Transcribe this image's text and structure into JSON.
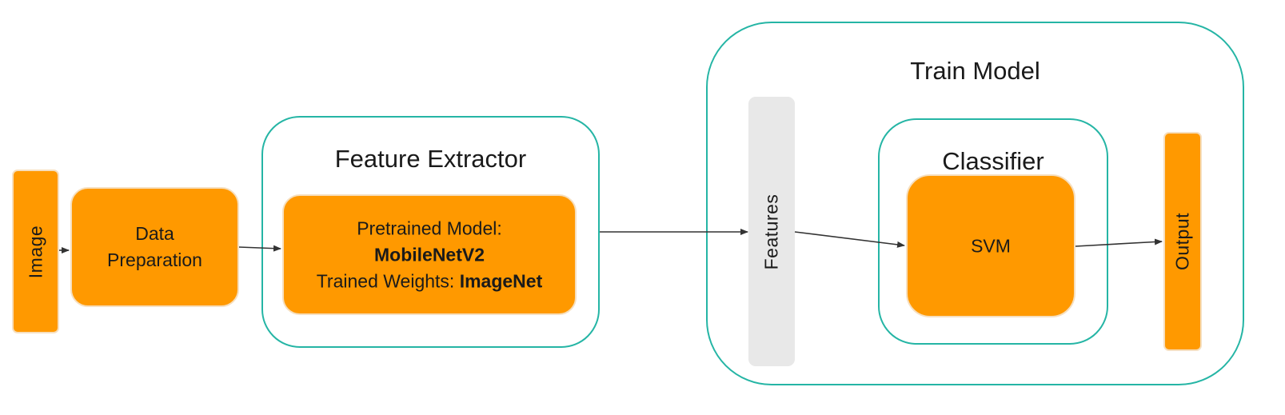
{
  "nodes": {
    "image": {
      "label": "Image"
    },
    "data_preparation": {
      "line1": "Data",
      "line2": "Preparation"
    },
    "feature_extractor": {
      "title": "Feature Extractor",
      "model_label": "Pretrained Model:",
      "model_name": "MobileNetV2",
      "weights_label": "Trained Weights: ",
      "weights_name": "ImageNet"
    },
    "train_model": {
      "title": "Train Model",
      "features": {
        "label": "Features"
      },
      "classifier": {
        "title": "Classifier",
        "svm": {
          "label": "SVM"
        }
      },
      "output": {
        "label": "Output"
      }
    }
  },
  "colors": {
    "process_fill": "#ff9900",
    "container_border": "#25b5a5",
    "features_fill": "#e8e8e8",
    "arrow": "#333333"
  }
}
